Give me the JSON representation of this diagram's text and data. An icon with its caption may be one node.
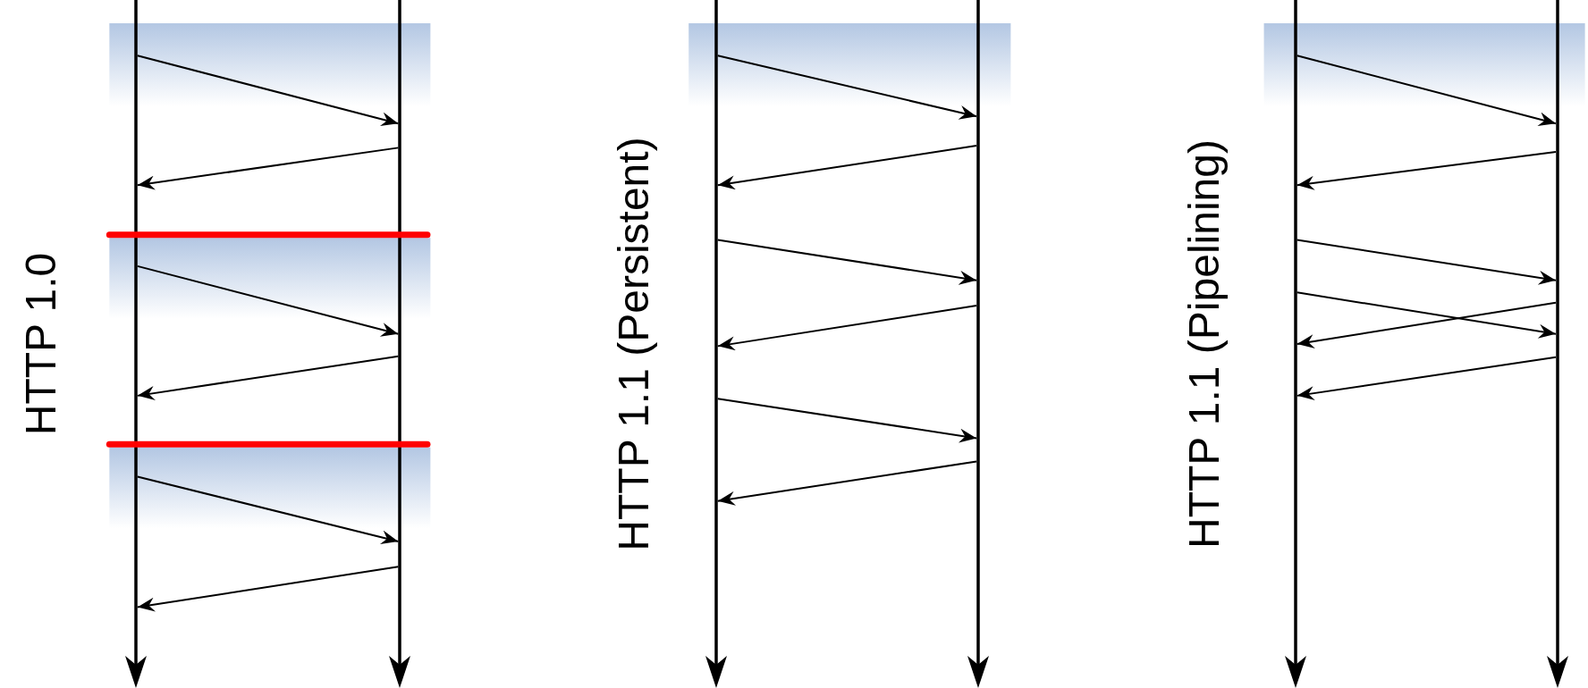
{
  "diagram": {
    "nodes": [
      {
        "text": [],
        "shape": "bar"
      },
      {
        "text": [],
        "shape": "bar"
      },
      {
        "text": [],
        "shape": "bar"
      },
      {
        "text": [],
        "shape": "bar"
      },
      {
        "text": [],
        "shape": "bar"
      },
      {
        "text": [],
        "shape": "bar"
      }
    ],
    "edges": [
      {
        "from": 0,
        "to": 1,
        "arrow": "to"
      },
      {
        "from": 1,
        "to": 0,
        "arrow": "to"
      },
      {
        "from": 0,
        "to": 1,
        "arrow": "to"
      },
      {
        "from": 1,
        "to": 0,
        "arrow": "to"
      },
      {
        "from": 0,
        "to": 1,
        "arrow": "to"
      },
      {
        "from": 1,
        "to": 0,
        "arrow": "to"
      },
      {
        "from": 2,
        "to": 3,
        "arrow": "to"
      },
      {
        "from": 3,
        "to": 2,
        "arrow": "to"
      },
      {
        "from": 2,
        "to": 3,
        "arrow": "to"
      },
      {
        "from": 3,
        "to": 2,
        "arrow": "to"
      },
      {
        "from": 2,
        "to": 3,
        "arrow": "to"
      },
      {
        "from": 3,
        "to": 2,
        "arrow": "to"
      },
      {
        "from": 4,
        "to": 5,
        "arrow": "to"
      },
      {
        "from": 5,
        "to": 4,
        "arrow": "to"
      },
      {
        "from": 4,
        "to": 5,
        "arrow": "to"
      },
      {
        "from": 4,
        "to": 5,
        "arrow": "to"
      },
      {
        "from": 5,
        "to": 4,
        "arrow": "to"
      },
      {
        "from": 5,
        "to": 4,
        "arrow": "to"
      }
    ],
    "labels": [
      "HTTP 1.0",
      "HTTP 1.1 (Persistent)",
      "HTTP 1.1 (Pipelining)"
    ]
  }
}
